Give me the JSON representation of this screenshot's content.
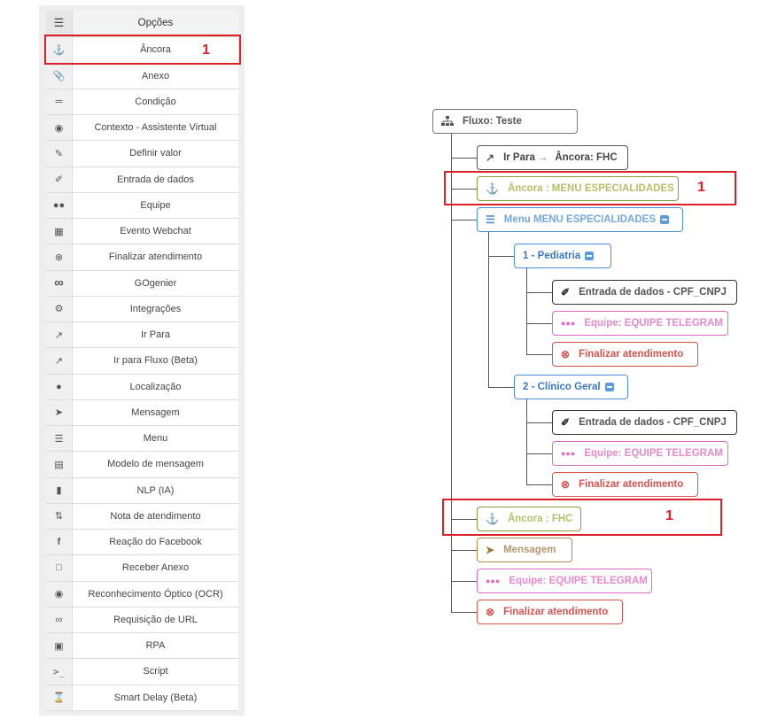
{
  "panel": {
    "header": {
      "icon": "hamburger-menu-icon",
      "title": "Opções"
    },
    "items": [
      {
        "label": "Âncora",
        "icon": "anchor-icon"
      },
      {
        "label": "Anexo",
        "icon": "paperclip-icon"
      },
      {
        "label": "Condição",
        "icon": "signpost-icon"
      },
      {
        "label": "Contexto - Assistente Virtual",
        "icon": "brain-icon"
      },
      {
        "label": "Definir valor",
        "icon": "edit-square-icon"
      },
      {
        "label": "Entrada de dados",
        "icon": "pencil-icon"
      },
      {
        "label": "Equipe",
        "icon": "users-icon"
      },
      {
        "label": "Evento Webchat",
        "icon": "calendar-icon"
      },
      {
        "label": "Finalizar atendimento",
        "icon": "circle-x-icon"
      },
      {
        "label": "GOgenier",
        "icon": "infinity-icon"
      },
      {
        "label": "Integrações",
        "icon": "cogs-icon"
      },
      {
        "label": "Ir Para",
        "icon": "external-link-icon"
      },
      {
        "label": "Ir para Fluxo (Beta)",
        "icon": "external-link-icon"
      },
      {
        "label": "Localização",
        "icon": "map-pin-icon"
      },
      {
        "label": "Mensagem",
        "icon": "paper-plane-icon"
      },
      {
        "label": "Menu",
        "icon": "list-icon"
      },
      {
        "label": "Modelo de mensagem",
        "icon": "template-icon"
      },
      {
        "label": "NLP (IA)",
        "icon": "chip-icon"
      },
      {
        "label": "Nota de atendimento",
        "icon": "sort-icon"
      },
      {
        "label": "Reação do Facebook",
        "icon": "facebook-icon"
      },
      {
        "label": "Receber Anexo",
        "icon": "file-icon"
      },
      {
        "label": "Reconhecimento Óptico (OCR)",
        "icon": "eye-icon"
      },
      {
        "label": "Requisição de URL",
        "icon": "link-icon"
      },
      {
        "label": "RPA",
        "icon": "robot-icon"
      },
      {
        "label": "Script",
        "icon": "terminal-icon"
      },
      {
        "label": "Smart Delay (Beta)",
        "icon": "hourglass-icon"
      }
    ]
  },
  "annotations": {
    "marker_label": "1"
  },
  "tree": {
    "root": {
      "label": "Fluxo: Teste"
    },
    "irpara": {
      "label": "Ir Para",
      "target": "Âncora: FHC"
    },
    "anchor1": {
      "label": "Âncora : MENU ESPECIALIDADES"
    },
    "menu": {
      "label": "Menu MENU ESPECIALIDADES"
    },
    "opt1": {
      "label": "1 - Pediatria"
    },
    "opt1_input": {
      "label": "Entrada de dados - CPF_CNPJ"
    },
    "opt1_team": {
      "label": "Equipe: EQUIPE TELEGRAM"
    },
    "opt1_end": {
      "label": "Finalizar atendimento"
    },
    "opt2": {
      "label": "2 - Clínico Geral"
    },
    "opt2_input": {
      "label": "Entrada de dados - CPF_CNPJ"
    },
    "opt2_team": {
      "label": "Equipe: EQUIPE TELEGRAM"
    },
    "opt2_end": {
      "label": "Finalizar atendimento"
    },
    "anchor2": {
      "label": "Âncora : FHC"
    },
    "message": {
      "label": "Mensagem"
    },
    "team": {
      "label": "Equipe: EQUIPE TELEGRAM"
    },
    "end": {
      "label": "Finalizar atendimento"
    }
  },
  "colors": {
    "anchor": "#8a9a3a",
    "menu": "#4a8fd8",
    "input": "#333333",
    "team": "#e06ac2",
    "end": "#d9534f",
    "message": "#b08a4a",
    "root": "#555555"
  }
}
